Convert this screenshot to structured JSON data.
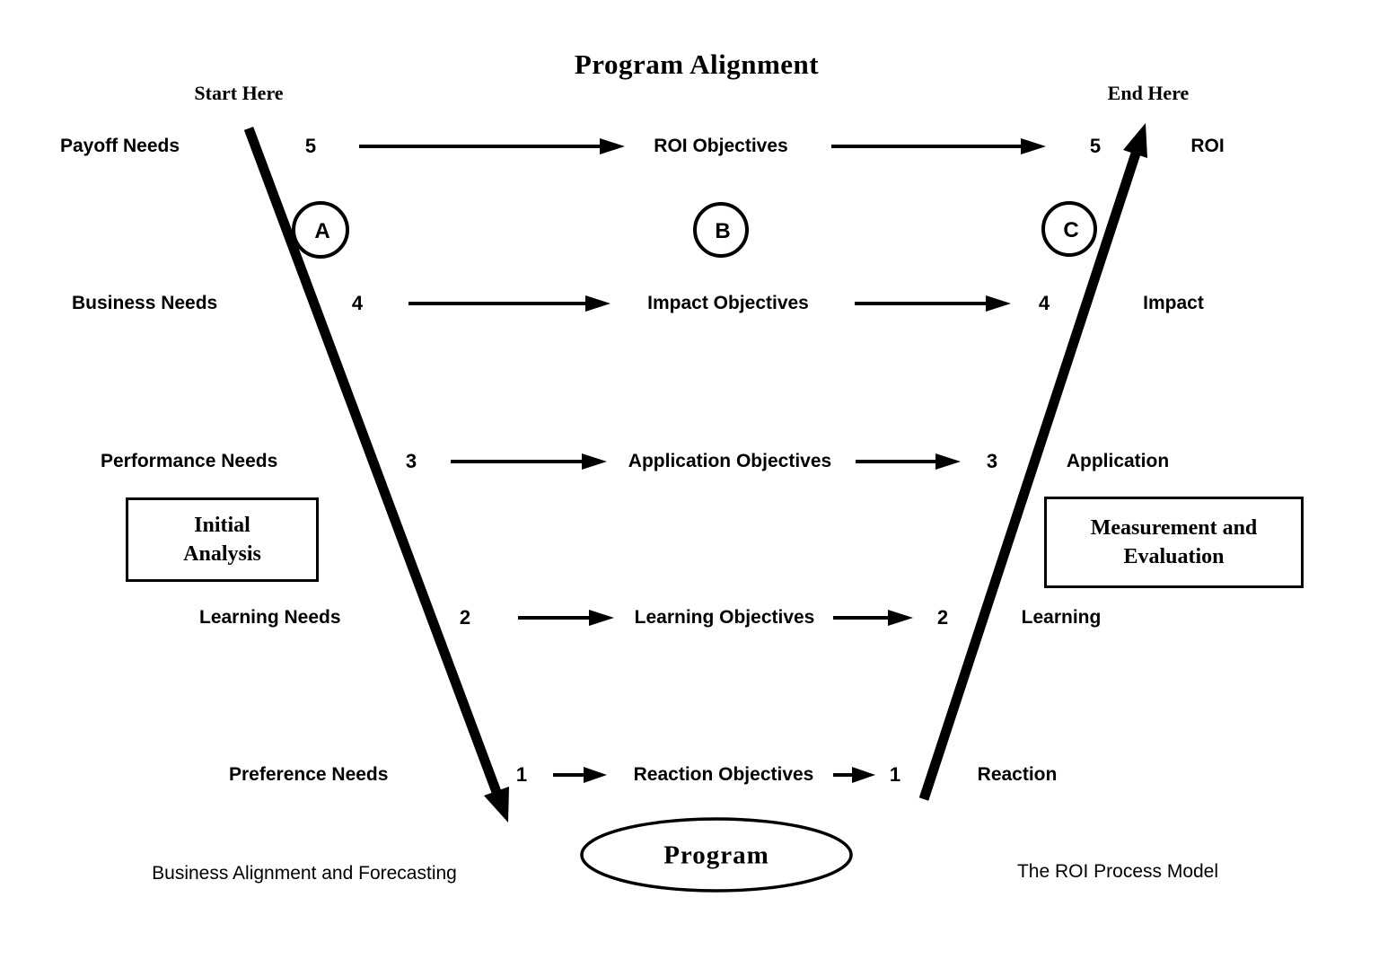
{
  "title": "Program Alignment",
  "annotations": {
    "start": "Start Here",
    "end": "End Here",
    "bottom_left": "Business Alignment and Forecasting",
    "bottom_right": "The ROI Process Model"
  },
  "boxes": {
    "left": {
      "line1": "Initial",
      "line2": "Analysis"
    },
    "right": {
      "line1": "Measurement and",
      "line2": "Evaluation"
    }
  },
  "program_label": "Program",
  "markers": {
    "a": "A",
    "b": "B",
    "c": "C"
  },
  "rows": [
    {
      "need": "Payoff Needs",
      "level": "5",
      "objective": "ROI Objectives",
      "result_level": "5",
      "result": "ROI"
    },
    {
      "need": "Business Needs",
      "level": "4",
      "objective": "Impact Objectives",
      "result_level": "4",
      "result": "Impact"
    },
    {
      "need": "Performance Needs",
      "level": "3",
      "objective": "Application Objectives",
      "result_level": "3",
      "result": "Application"
    },
    {
      "need": "Learning Needs",
      "level": "2",
      "objective": "Learning Objectives",
      "result_level": "2",
      "result": "Learning"
    },
    {
      "need": "Preference Needs",
      "level": "1",
      "objective": "Reaction Objectives",
      "result_level": "1",
      "result": "Reaction"
    }
  ],
  "colors": {
    "ink": "#000000",
    "background": "#ffffff"
  }
}
